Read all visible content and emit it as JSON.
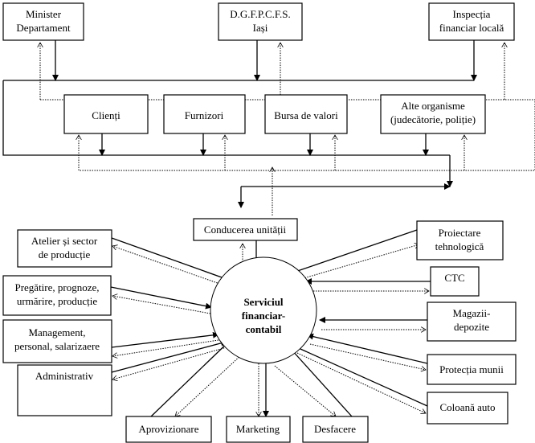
{
  "top_entities": {
    "minister": [
      "Minister",
      "Departament"
    ],
    "dgfp": [
      "D.G.F.P.C.F.S.",
      "Iași"
    ],
    "inspectia": [
      "Inspecția",
      "financiar locală"
    ]
  },
  "external_entities": {
    "clienti": "Clienți",
    "furnizori": "Furnizori",
    "bursa": "Bursa de valori",
    "alte": [
      "Alte organisme",
      "(judecătorie, poliție)"
    ]
  },
  "center": {
    "conducerea": "Conducerea unității",
    "serviciul": [
      "Serviciul",
      "financiar-",
      "contabil"
    ]
  },
  "left_departments": {
    "atelier": [
      "Atelier și sector",
      "de producție"
    ],
    "pregatire": [
      "Pregătire, prognoze,",
      "urmărire, producție"
    ],
    "management": [
      "Management,",
      "personal, salarizaere"
    ],
    "administrativ": "Administrativ"
  },
  "right_departments": {
    "proiectare": [
      "Proiectare",
      "tehnologică"
    ],
    "ctc": "CTC",
    "magazii": [
      "Magazii-",
      "depozite"
    ],
    "protectia": "Protecția munii",
    "coloana": "Coloană auto"
  },
  "bottom_departments": {
    "aprovizionare": "Aprovizionare",
    "marketing": "Marketing",
    "desfacere": "Desfacere"
  }
}
